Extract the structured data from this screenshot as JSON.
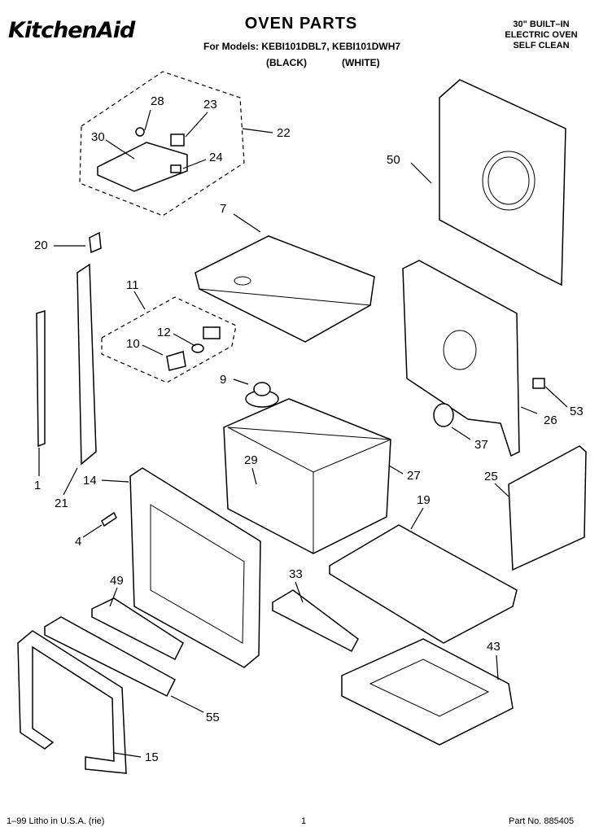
{
  "header": {
    "brand": "KitchenAid",
    "title": "OVEN PARTS",
    "models": "For Models: KEBI101DBL7, KEBI101DWH7",
    "variant_black": "(BLACK)",
    "variant_white": "(WHITE)",
    "product_line1": "30\" BUILT–IN",
    "product_line2": "ELECTRIC OVEN",
    "product_line3": "SELF CLEAN"
  },
  "callouts": [
    "28",
    "23",
    "30",
    "22",
    "24",
    "50",
    "7",
    "20",
    "11",
    "12",
    "10",
    "9",
    "53",
    "26",
    "37",
    "1",
    "21",
    "29",
    "27",
    "14",
    "25",
    "19",
    "4",
    "49",
    "33",
    "43",
    "55",
    "15"
  ],
  "footer": {
    "left": "1–99 Litho in U.S.A. (rie)",
    "page": "1",
    "part_no": "Part No. 885405"
  },
  "colors": {
    "ink": "#000000",
    "paper": "#ffffff"
  }
}
